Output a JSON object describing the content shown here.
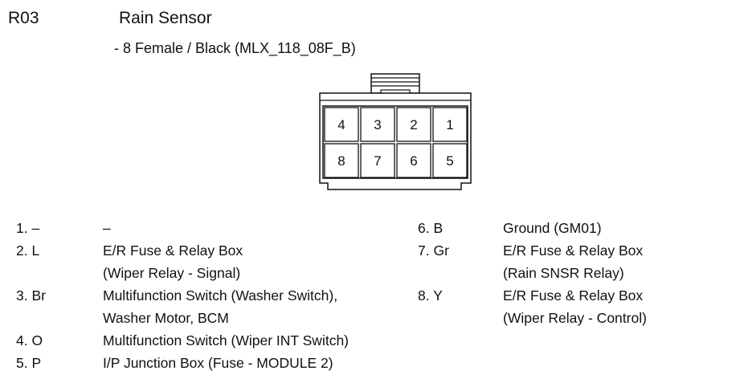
{
  "header": {
    "code": "R03",
    "title": "Rain Sensor",
    "subtitle": "- 8 Female / Black (MLX_118_08F_B)"
  },
  "connector": {
    "top_row": [
      "4",
      "3",
      "2",
      "1"
    ],
    "bottom_row": [
      "8",
      "7",
      "6",
      "5"
    ]
  },
  "pins": [
    {
      "pin": "1. –",
      "desc": [
        "–"
      ]
    },
    {
      "pin": "2. L",
      "desc": [
        "E/R Fuse & Relay Box",
        "(Wiper Relay - Signal)"
      ]
    },
    {
      "pin": "3. Br",
      "desc": [
        "Multifunction Switch (Washer Switch),",
        "Washer Motor, BCM"
      ]
    },
    {
      "pin": "4. O",
      "desc": [
        "Multifunction Switch (Wiper INT Switch)"
      ]
    },
    {
      "pin": "5. P",
      "desc": [
        "I/P Junction Box (Fuse - MODULE 2)"
      ]
    },
    {
      "pin": "6. B",
      "desc": [
        "Ground (GM01)"
      ]
    },
    {
      "pin": "7. Gr",
      "desc": [
        "E/R Fuse & Relay Box",
        "(Rain SNSR Relay)"
      ]
    },
    {
      "pin": "8. Y",
      "desc": [
        "E/R Fuse & Relay Box",
        "(Wiper Relay - Control)"
      ]
    }
  ]
}
